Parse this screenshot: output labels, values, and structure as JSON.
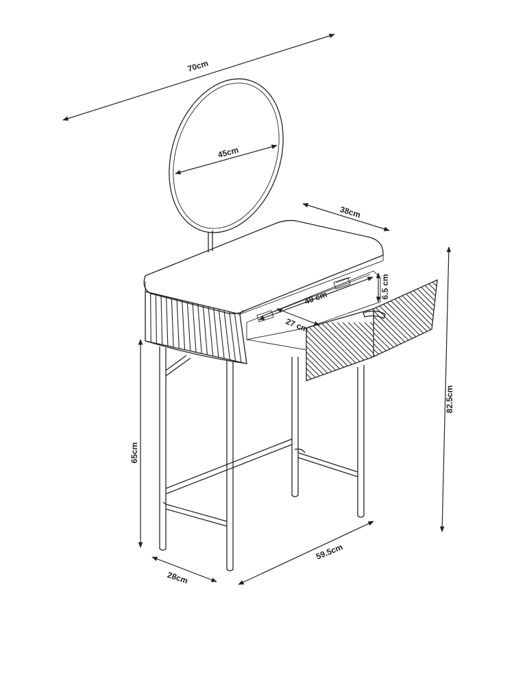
{
  "dimensions": {
    "total_width": "70cm",
    "mirror_diameter": "45cm",
    "top_depth": "38cm",
    "total_height": "82.5cm",
    "leg_height": "65cm",
    "base_depth": "28cm",
    "base_width": "59.5cm",
    "drawer_width": "49 cm",
    "drawer_depth": "27 cm",
    "drawer_height": "6.5 cm"
  },
  "colors": {
    "line": "#222222",
    "background": "#ffffff"
  }
}
